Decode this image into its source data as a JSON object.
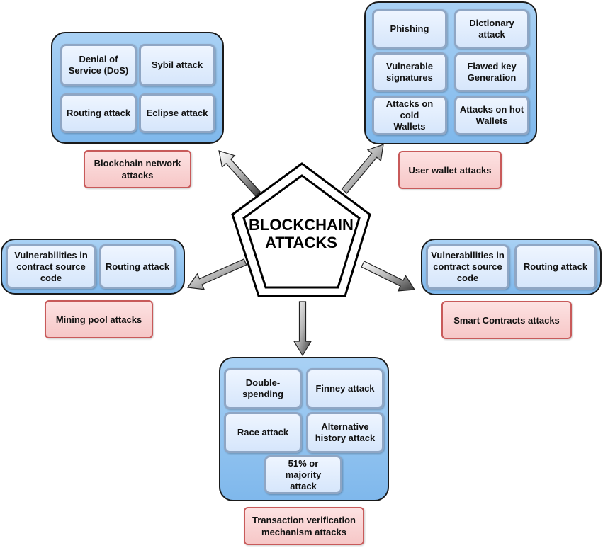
{
  "center": {
    "title": "BLOCKCHAIN\nATTACKS"
  },
  "groups": {
    "network": {
      "label": "Blockchain network\nattacks",
      "items": [
        "Denial of\nService (DoS)",
        "Sybil attack",
        "Routing attack",
        "Eclipse attack"
      ]
    },
    "wallet": {
      "label": "User wallet attacks",
      "items": [
        "Phishing",
        "Dictionary\nattack",
        "Vulnerable\nsignatures",
        "Flawed key\nGeneration",
        "Attacks on cold\nWallets",
        "Attacks on hot\nWallets"
      ]
    },
    "mining": {
      "label": "Mining pool attacks",
      "items": [
        "Vulnerabilities in\ncontract source\ncode",
        "Routing attack"
      ]
    },
    "smart": {
      "label": "Smart Contracts attacks",
      "items": [
        "Vulnerabilities in\ncontract source\ncode",
        "Routing attack"
      ]
    },
    "transaction": {
      "label": "Transaction verification\nmechanism attacks",
      "items": [
        "Double-\nspending",
        "Finney attack",
        "Race attack",
        "Alternative\nhistory attack",
        "51% or majority\nattack"
      ]
    }
  }
}
